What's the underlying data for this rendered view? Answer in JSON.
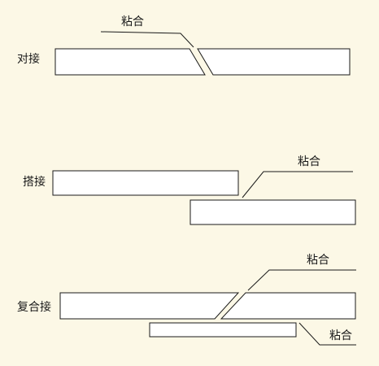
{
  "sections": [
    {
      "name": "对接",
      "glue_label": "粘合"
    },
    {
      "name": "搭接",
      "glue_label": "粘合"
    },
    {
      "name": "复合接",
      "glue_label_top": "粘合",
      "glue_label_bottom": "粘合"
    }
  ],
  "colors": {
    "background": "#fcf8e6",
    "stroke": "#1a1a1a",
    "fill": "#ffffff"
  }
}
